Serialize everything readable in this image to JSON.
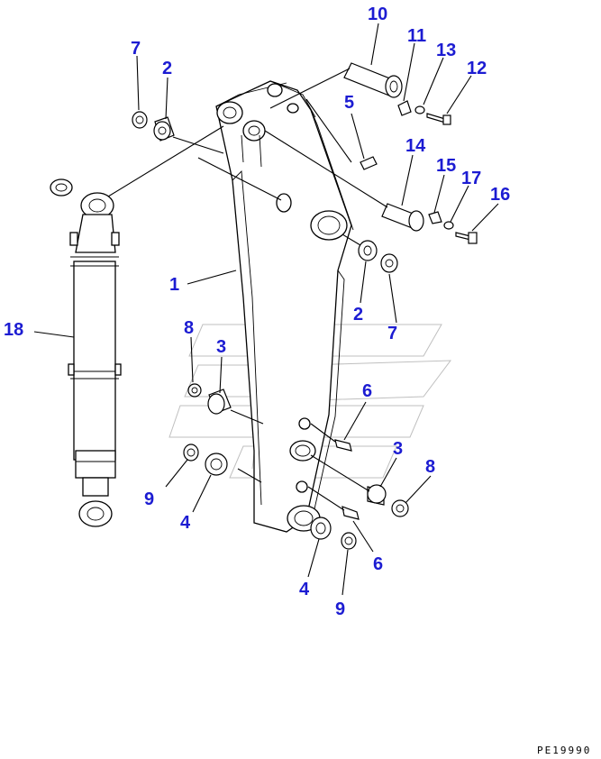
{
  "diagram": {
    "callouts": [
      {
        "id": "c10",
        "text": "10"
      },
      {
        "id": "c11",
        "text": "11"
      },
      {
        "id": "c13",
        "text": "13"
      },
      {
        "id": "c12",
        "text": "12"
      },
      {
        "id": "c7a",
        "text": "7"
      },
      {
        "id": "c2a",
        "text": "2"
      },
      {
        "id": "c5",
        "text": "5"
      },
      {
        "id": "c14",
        "text": "14"
      },
      {
        "id": "c15",
        "text": "15"
      },
      {
        "id": "c17",
        "text": "17"
      },
      {
        "id": "c16",
        "text": "16"
      },
      {
        "id": "c1",
        "text": "1"
      },
      {
        "id": "c18",
        "text": "18"
      },
      {
        "id": "c2b",
        "text": "2"
      },
      {
        "id": "c7b",
        "text": "7"
      },
      {
        "id": "c8a",
        "text": "8"
      },
      {
        "id": "c3a",
        "text": "3"
      },
      {
        "id": "c6a",
        "text": "6"
      },
      {
        "id": "c3b",
        "text": "3"
      },
      {
        "id": "c8b",
        "text": "8"
      },
      {
        "id": "c9a",
        "text": "9"
      },
      {
        "id": "c4a",
        "text": "4"
      },
      {
        "id": "c6b",
        "text": "6"
      },
      {
        "id": "c4b",
        "text": "4"
      },
      {
        "id": "c9b",
        "text": "9"
      }
    ],
    "reference_code": "PE19990",
    "colors": {
      "callout": "#1c1cd2",
      "line": "#000000",
      "watermark": "#8a8a8a"
    }
  }
}
